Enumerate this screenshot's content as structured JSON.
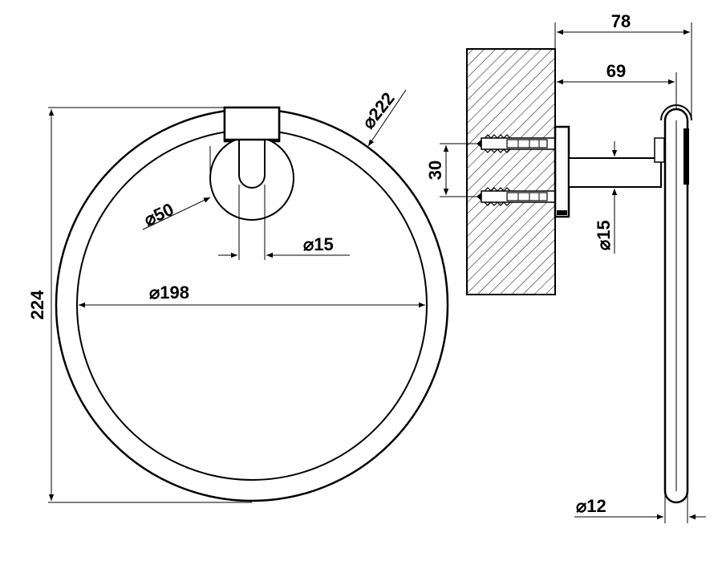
{
  "dimensions": {
    "ring_outer_diameter": "222",
    "ring_inner_diameter": "198",
    "total_height": "224",
    "base_diameter": "50",
    "post_diameter_front": "15",
    "overall_depth": "78",
    "ring_depth": "69",
    "mounting_spacing": "30",
    "post_diameter_side": "15",
    "bar_diameter": "12"
  },
  "symbols": {
    "diameter": "⌀"
  }
}
